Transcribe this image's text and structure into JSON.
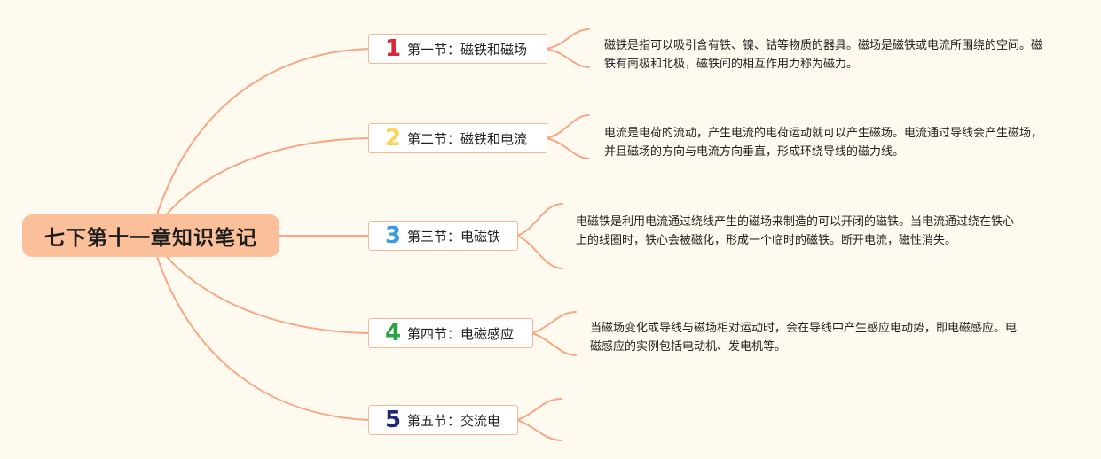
{
  "central": {
    "title": "七下第十一章知识笔记"
  },
  "colors": {
    "background": "#fefaef",
    "central_fill": "#fbc09a",
    "connector": "#f7a784",
    "node_border": "#f4b899"
  },
  "sections": [
    {
      "number": "1",
      "number_color": "#d8293a",
      "title": "第一节：磁铁和磁场",
      "note": "磁铁是指可以吸引含有铁、镍、钴等物质的器具。磁场是磁铁或电流所围绕的空间。磁铁有南极和北极，磁铁间的相互作用力称为磁力。"
    },
    {
      "number": "2",
      "number_color": "#f6d653",
      "title": "第二节：磁铁和电流",
      "note": "电流是电荷的流动，产生电流的电荷运动就可以产生磁场。电流通过导线会产生磁场，并且磁场的方向与电流方向垂直，形成环绕导线的磁力线。"
    },
    {
      "number": "3",
      "number_color": "#3b9be0",
      "title": "第三节：电磁铁",
      "note": "电磁铁是利用电流通过绕线产生的磁场来制造的可以开闭的磁铁。当电流通过绕在铁心上的线圈时，铁心会被磁化，形成一个临时的磁铁。断开电流，磁性消失。"
    },
    {
      "number": "4",
      "number_color": "#2aa341",
      "title": "第四节：电磁感应",
      "note": "当磁场变化或导线与磁场相对运动时，会在导线中产生感应电动势，即电磁感应。电磁感应的实例包括电动机、发电机等。"
    },
    {
      "number": "5",
      "number_color": "#1e2a78",
      "title": "第五节：交流电",
      "note": ""
    }
  ]
}
